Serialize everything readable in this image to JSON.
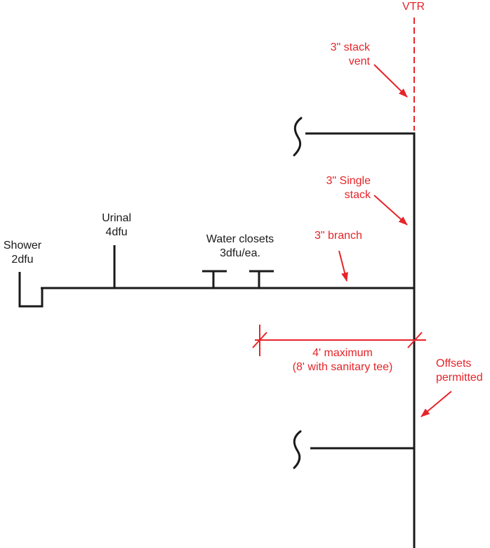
{
  "colors": {
    "annotation_red": "#e62429",
    "line_black": "#1a1a1a",
    "background": "#ffffff"
  },
  "labels": {
    "vtr": "VTR",
    "stack_vent": {
      "line1": "3\" stack",
      "line2": "vent"
    },
    "single_stack": {
      "line1": "3\" Single",
      "line2": "stack"
    },
    "branch": "3\" branch",
    "shower": {
      "line1": "Shower",
      "line2": "2dfu"
    },
    "urinal": {
      "line1": "Urinal",
      "line2": "4dfu"
    },
    "water_closets": {
      "line1": "Water closets",
      "line2": "3dfu/ea."
    },
    "dimension": {
      "line1": "4' maximum",
      "line2": "(8' with sanitary tee)"
    },
    "offsets": {
      "line1": "Offsets",
      "line2": "permitted"
    }
  }
}
